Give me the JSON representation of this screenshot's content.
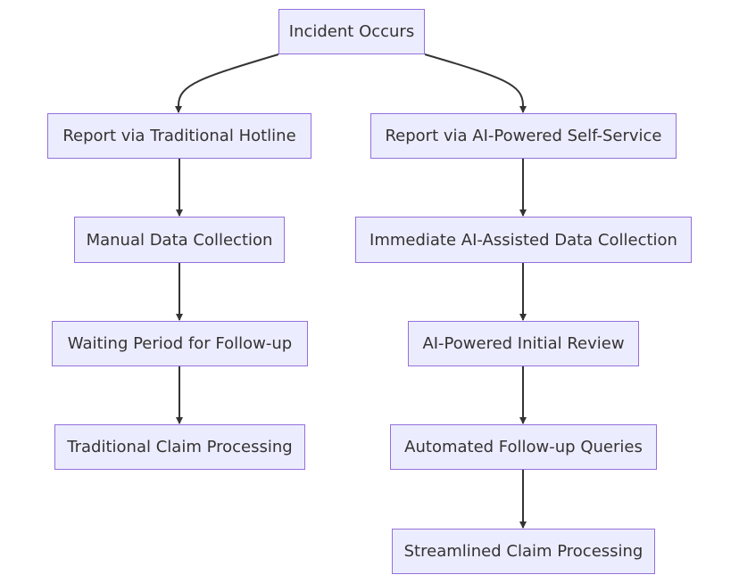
{
  "diagram": {
    "type": "flowchart",
    "style": {
      "node_fill": "#ECECFF",
      "node_border": "#9370DB",
      "text_color": "#333333",
      "edge_color": "#333333"
    },
    "nodes": {
      "incident": "Incident Occurs",
      "hotline": "Report via Traditional Hotline",
      "manual": "Manual Data Collection",
      "waiting": "Waiting Period for Follow-up",
      "traditional_claim": "Traditional Claim Processing",
      "ai_self_service": "Report via AI-Powered Self-Service",
      "ai_data": "Immediate AI-Assisted Data Collection",
      "ai_review": "AI-Powered Initial Review",
      "auto_followup": "Automated Follow-up Queries",
      "streamlined": "Streamlined Claim Processing"
    },
    "edges": [
      {
        "from": "incident",
        "to": "hotline"
      },
      {
        "from": "incident",
        "to": "ai_self_service"
      },
      {
        "from": "hotline",
        "to": "manual"
      },
      {
        "from": "manual",
        "to": "waiting"
      },
      {
        "from": "waiting",
        "to": "traditional_claim"
      },
      {
        "from": "ai_self_service",
        "to": "ai_data"
      },
      {
        "from": "ai_data",
        "to": "ai_review"
      },
      {
        "from": "ai_review",
        "to": "auto_followup"
      },
      {
        "from": "auto_followup",
        "to": "streamlined"
      }
    ]
  }
}
